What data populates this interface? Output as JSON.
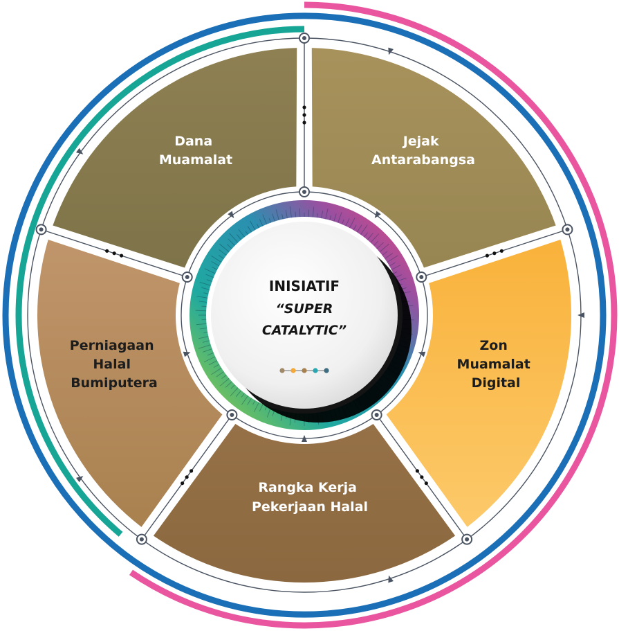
{
  "center": {
    "title": "INISIATIF",
    "subtitle_line1": "“SUPER",
    "subtitle_line2": "CATALYTIC”"
  },
  "segments": [
    {
      "id": "dana",
      "lines": [
        "Dana",
        "Muamalat"
      ],
      "color_top": "#8e8052",
      "color_bottom": "#7e7349",
      "text_color": "#ffffff"
    },
    {
      "id": "jejak",
      "lines": [
        "Jejak",
        "Antarabangsa"
      ],
      "color_top": "#a8925c",
      "color_bottom": "#978652",
      "text_color": "#ffffff"
    },
    {
      "id": "zon",
      "lines": [
        "Zon",
        "Muamalat",
        "Digital"
      ],
      "color_top": "#f9b23b",
      "color_bottom": "#fcc96a",
      "text_color": "#1d1d1d"
    },
    {
      "id": "rangka",
      "lines": [
        "Rangka Kerja",
        "Pekerjaan Halal"
      ],
      "color_top": "#967147",
      "color_bottom": "#8b683f",
      "text_color": "#ffffff"
    },
    {
      "id": "perniagaan",
      "lines": [
        "Perniagaan",
        "Halal",
        "Bumiputera"
      ],
      "color_top": "#c0956b",
      "color_bottom": "#a9814f",
      "text_color": "#1d1d1d"
    }
  ],
  "colors": {
    "outer_blue": "#1a6fb6",
    "outer_pink": "#e9569f",
    "outer_teal": "#17a596",
    "connector": "#4a5361",
    "center_dots": [
      "#a08a6a",
      "#f4a83a",
      "#a7814f",
      "#2aa6b0",
      "#3e6d80"
    ]
  },
  "icons": {
    "node": "node-circle-icon",
    "arrow": "flow-arrow-icon",
    "dots": "ellipsis-dots-icon"
  }
}
